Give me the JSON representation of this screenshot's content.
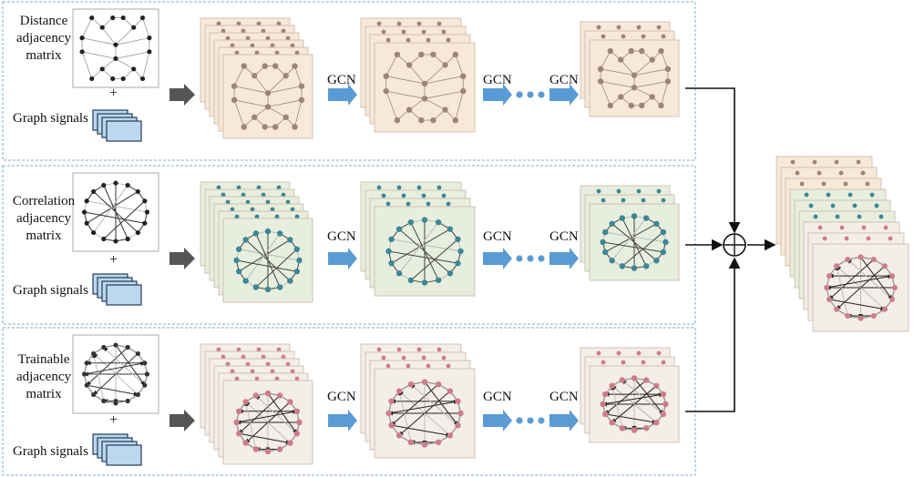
{
  "rows": [
    {
      "id": "distance",
      "label_lines": [
        "Distance",
        "adjacency",
        "matrix"
      ],
      "plus": "+",
      "signals_label": "Graph signals",
      "node_color": "#9b8676",
      "card_color": "#f8e8d8",
      "edge_color": "#9a8a80"
    },
    {
      "id": "correlation",
      "label_lines": [
        "Correlation",
        "adjacency",
        "matrix"
      ],
      "plus": "+",
      "signals_label": "Graph signals",
      "node_color": "#3b8796",
      "card_color": "#e8eedd",
      "edge_color": "#444444"
    },
    {
      "id": "trainable",
      "label_lines": [
        "Trainable",
        "adjacency",
        "matrix"
      ],
      "plus": "+",
      "signals_label": "Graph signals",
      "node_color": "#d07b89",
      "card_color": "#f4eee9",
      "edge_color": "#222222"
    }
  ],
  "gcn_label": "GCN",
  "colors": {
    "panel_border": "#7aaed3",
    "arrow_blue": "#5b9bd5",
    "arrow_gray": "#555555",
    "signal_fill": "#bdd7ee",
    "node_black": "#222222"
  }
}
